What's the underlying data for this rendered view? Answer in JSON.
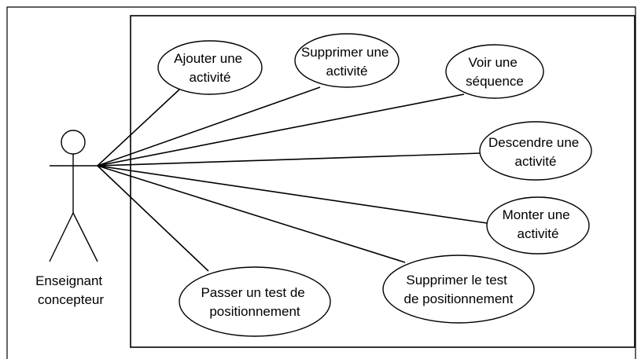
{
  "diagram": {
    "type": "use-case",
    "actor": {
      "name_lines": [
        "Enseignant",
        "concepteur"
      ]
    },
    "use_cases": [
      {
        "id": "uc-add-activity",
        "lines": [
          "Ajouter une",
          "activité"
        ]
      },
      {
        "id": "uc-delete-activity",
        "lines": [
          "Supprimer une",
          "activité"
        ]
      },
      {
        "id": "uc-view-sequence",
        "lines": [
          "Voir une",
          "séquence"
        ]
      },
      {
        "id": "uc-move-down-activity",
        "lines": [
          "Descendre une",
          "activité"
        ]
      },
      {
        "id": "uc-move-up-activity",
        "lines": [
          "Monter une",
          "activité"
        ]
      },
      {
        "id": "uc-delete-placement-test",
        "lines": [
          "Supprimer le test",
          "de positionnement"
        ]
      },
      {
        "id": "uc-take-placement-test",
        "lines": [
          "Passer un test de",
          "positionnement"
        ]
      }
    ]
  }
}
